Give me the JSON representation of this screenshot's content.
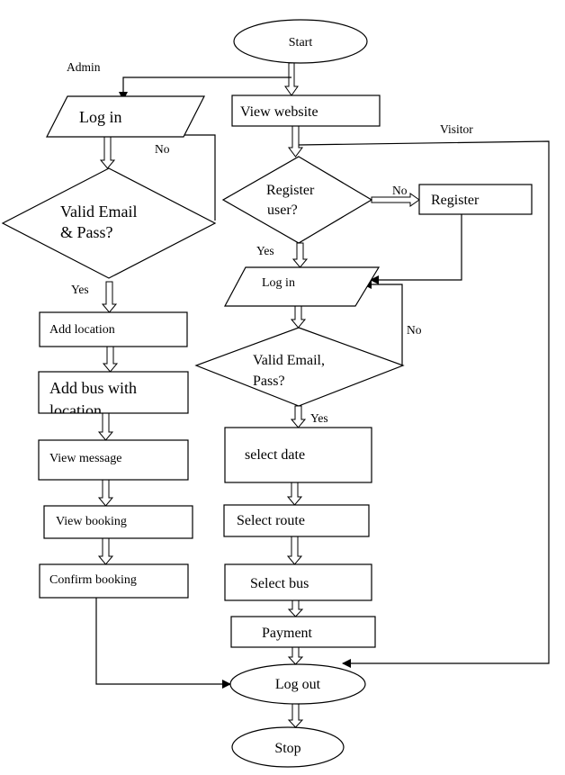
{
  "nodes": {
    "start": "Start",
    "admin_login": "Log in",
    "admin_valid_1": "Valid Email",
    "admin_valid_2": "& Pass?",
    "add_location": "Add location",
    "add_bus_1": "Add bus with",
    "add_bus_2": "location",
    "view_message": "View message",
    "view_booking": "View booking",
    "confirm_booking": "Confirm booking",
    "view_website": "View website",
    "register_user_1": "Register",
    "register_user_2": "user?",
    "register": "Register",
    "user_login": "Log in",
    "user_valid_1": "Valid Email,",
    "user_valid_2": "Pass?",
    "select_date": "select date",
    "select_route": "Select route",
    "select_bus": "Select bus",
    "payment": "Payment",
    "logout": "Log out",
    "stop": "Stop"
  },
  "labels": {
    "admin": "Admin",
    "visitor": "Visitor",
    "admin_no": "No",
    "admin_yes": "Yes",
    "register_no": "No",
    "register_yes": "Yes",
    "user_no": "No",
    "user_yes": "Yes"
  },
  "colors": {
    "stroke": "#000000",
    "fill": "#ffffff"
  }
}
